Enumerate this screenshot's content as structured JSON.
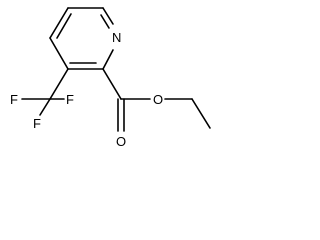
{
  "molecule": {
    "atoms": {
      "ring_nitrogen": "N",
      "carbonyl_oxygen": "O",
      "ester_oxygen": "O",
      "fluorine_1": "F",
      "fluorine_2": "F",
      "fluorine_3": "F"
    }
  }
}
